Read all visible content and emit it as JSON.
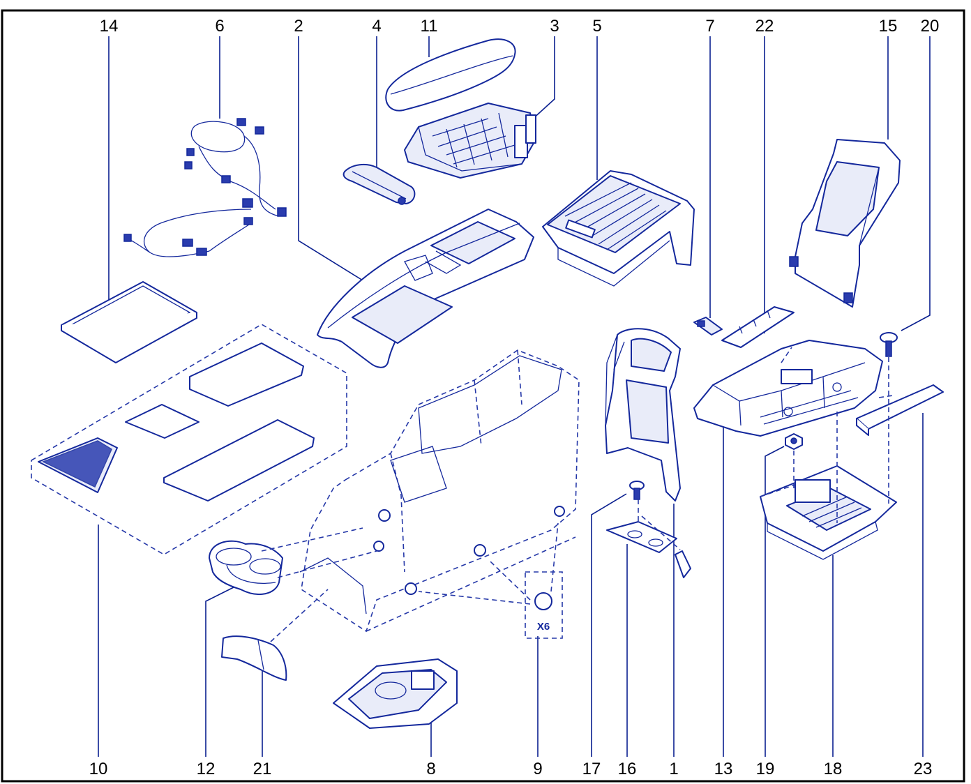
{
  "diagram": {
    "callouts_top": [
      "14",
      "6",
      "2",
      "4",
      "11",
      "3",
      "5",
      "7",
      "22",
      "15",
      "20"
    ],
    "callouts_bottom": [
      "10",
      "12",
      "21",
      "8",
      "9",
      "17",
      "16",
      "1",
      "13",
      "19",
      "18",
      "23"
    ],
    "quantity_label": "X6",
    "line_color": "#14289c"
  }
}
